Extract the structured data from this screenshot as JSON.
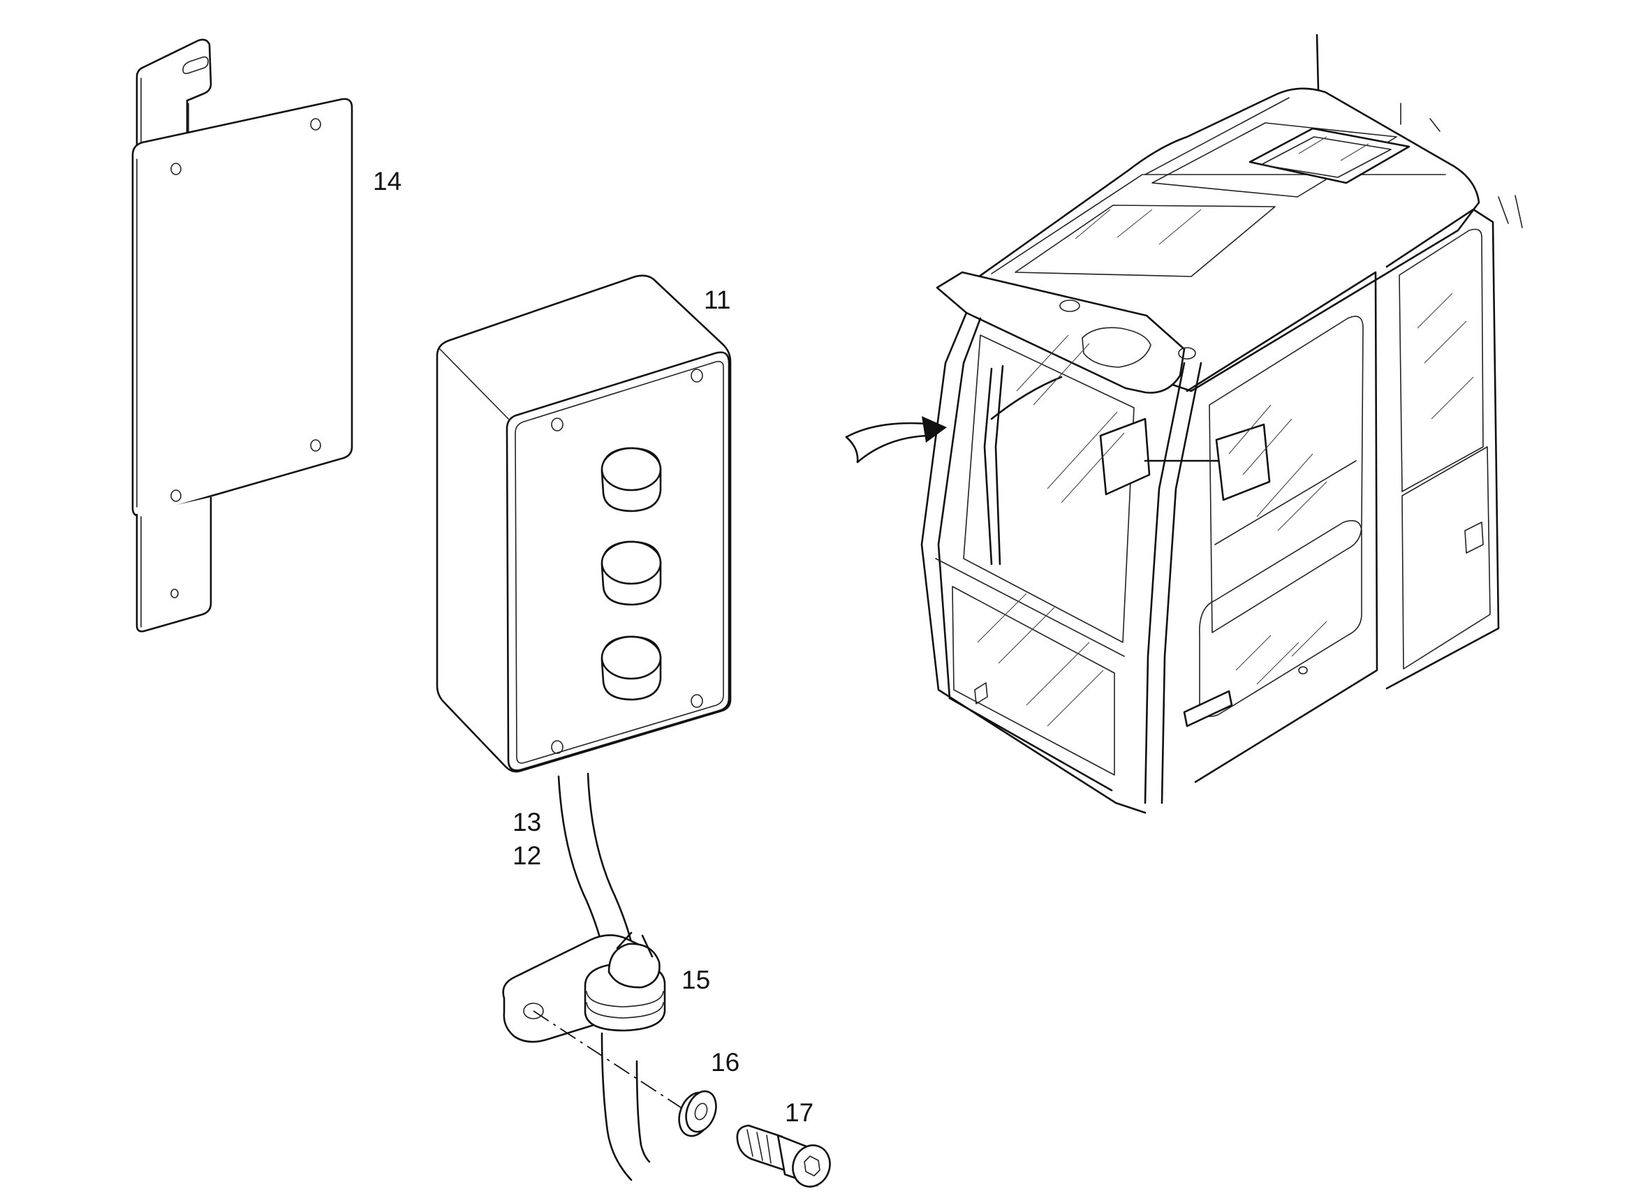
{
  "callouts": {
    "bracket": "14",
    "switch_box": "11",
    "cable_a": "13",
    "cable_b": "12",
    "clamp": "15",
    "washer": "16",
    "screw": "17"
  }
}
